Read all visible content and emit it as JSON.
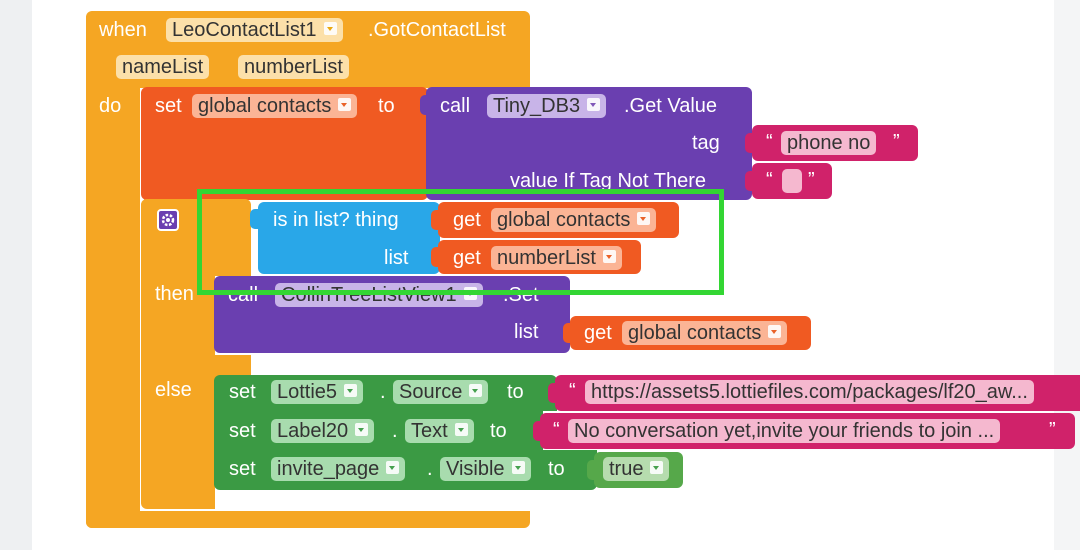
{
  "event": {
    "when_kw": "when",
    "component": "LeoContactList1",
    "event_name": ".GotContactList",
    "params": [
      "nameList",
      "numberList"
    ],
    "do_kw": "do"
  },
  "set_contacts": {
    "set_kw": "set",
    "variable": "global contacts",
    "to_kw": "to",
    "call_kw": "call",
    "component": "Tiny_DB3",
    "method": ".Get Value",
    "tag_label": "tag",
    "tag_value": "phone no",
    "default_label": "value If Tag Not There",
    "default_value": ""
  },
  "if_block": {
    "then_kw": "then",
    "else_kw": "else",
    "condition": {
      "label": "is in list? thing",
      "list_label": "list",
      "get_kw": "get",
      "thing_var": "global contacts",
      "list_var": "numberList"
    }
  },
  "then_call": {
    "call_kw": "call",
    "component": "CollinTreeListView1",
    "method": ".Set",
    "list_label": "list",
    "get_kw": "get",
    "value": "global contacts"
  },
  "else_sets": [
    {
      "set_kw": "set",
      "component": "Lottie5",
      "dot": ".",
      "property": "Source",
      "to_kw": "to",
      "value": "https://assets5.lottiefiles.com/packages/lf20_aw..."
    },
    {
      "set_kw": "set",
      "component": "Label20",
      "dot": ".",
      "property": "Text",
      "to_kw": "to",
      "value": "No conversation yet,invite your friends to join ..."
    },
    {
      "set_kw": "set",
      "component": "invite_page",
      "dot": ".",
      "property": "Visible",
      "to_kw": "to",
      "value": "true"
    }
  ],
  "quote_open": "“",
  "quote_close": "”",
  "colors": {
    "event": "#f5a623",
    "variable": "#f05a22",
    "procedure": "#6a3fb0",
    "text": "#d0226a",
    "list": "#29a7e8",
    "component_set": "#3b9a44",
    "logic": "#56a84a",
    "highlight": "#33d633"
  }
}
